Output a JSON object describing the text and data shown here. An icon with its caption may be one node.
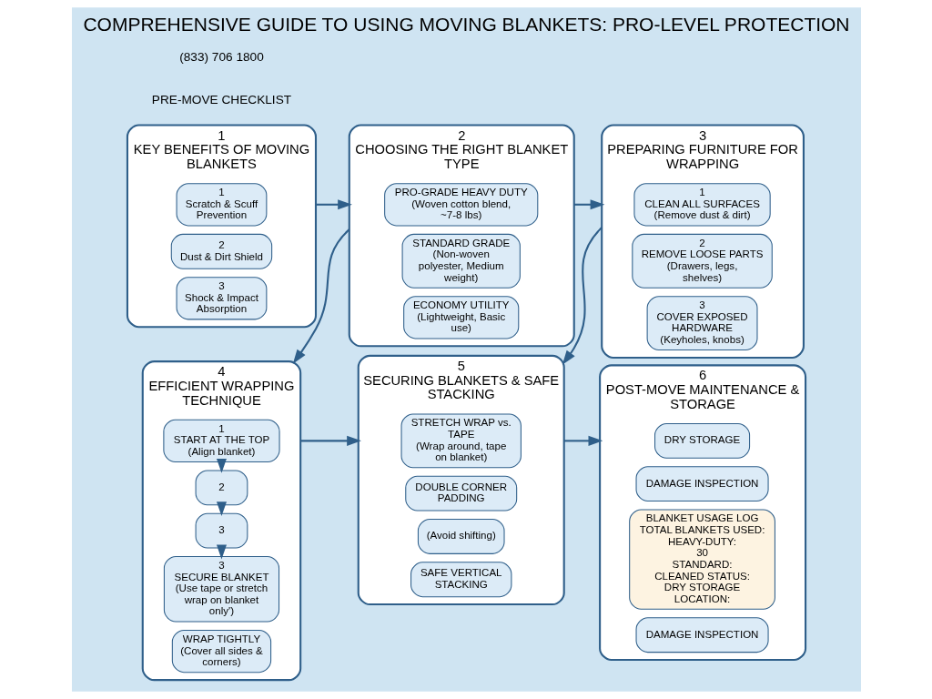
{
  "diagram": {
    "title": "COMPREHENSIVE GUIDE TO USING MOVING BLANKETS: PRO-LEVEL PROTECTION",
    "nodes": [
      {
        "text": [
          "1",
          "KEY BENEFITS OF MOVING BLANKETS"
        ]
      },
      {
        "text": [
          "1",
          "Scratch & Scuff Prevention"
        ],
        "in": 0
      },
      {
        "text": [
          "2",
          "Dust & Dirt Shield"
        ],
        "in": 0
      },
      {
        "text": [
          "3",
          "Shock & Impact Absorption"
        ],
        "in": 0
      },
      {
        "text": [
          "2",
          "CHOOSING THE RIGHT BLANKET TYPE"
        ]
      },
      {
        "text": [
          "PRO-GRADE HEAVY DUTY",
          "(Woven cotton blend, ~7-8 lbs)"
        ],
        "in": 4
      },
      {
        "text": [
          "STANDARD GRADE",
          "(Non-woven polyester, Medium weight)"
        ],
        "in": 4
      },
      {
        "text": [
          "ECONOMY UTILITY",
          "(Lightweight, Basic use)"
        ],
        "in": 4
      },
      {
        "text": [
          "3",
          "PREPARING FURNITURE FOR WRAPPING"
        ]
      },
      {
        "text": [
          "1",
          "CLEAN ALL SURFACES",
          "(Remove dust & dirt)"
        ],
        "in": 8
      },
      {
        "text": [
          "2",
          "REMOVE LOOSE PARTS",
          "(Drawers, legs, shelves)"
        ],
        "in": 8
      },
      {
        "text": [
          "3",
          "COVER EXPOSED HARDWARE",
          "(Keyholes, knobs)"
        ],
        "in": 8
      },
      {
        "text": [
          "4",
          "EFFICIENT WRAPPING TECHNIQUE"
        ]
      },
      {
        "text": [
          "1",
          "START AT THE TOP",
          "(Align blanket)"
        ],
        "in": 12
      },
      {
        "text": [
          "2"
        ],
        "in": 12
      },
      {
        "text": [
          "3"
        ],
        "in": 12
      },
      {
        "text": [
          "3",
          "SECURE BLANKET",
          "(Use tape or stretch wrap on blanket only')"
        ],
        "in": 12
      },
      {
        "text": [
          "WRAP TIGHTLY",
          "(Cover all sides & corners)"
        ],
        "in": 12
      },
      {
        "text": [
          "5",
          "SECURING BLANKETS & SAFE STACKING"
        ]
      },
      {
        "text": [
          "STRETCH WRAP vs. TAPE",
          "(Wrap around, tape on blanket)"
        ],
        "in": 18
      },
      {
        "text": [
          "DOUBLE CORNER PADDING"
        ],
        "in": 18
      },
      {
        "text": [
          "(Avoid shifting)"
        ],
        "in": 18
      },
      {
        "text": [
          "SAFE VERTICAL STACKING"
        ],
        "in": 18
      },
      {
        "text": [
          "6",
          "POST-MOVE MAINTENANCE & STORAGE"
        ]
      },
      {
        "text": [
          "DRY STORAGE"
        ],
        "in": 23
      },
      {
        "text": [
          "DAMAGE INSPECTION"
        ],
        "in": 23
      },
      {
        "text": [
          "BLANKET USAGE LOG",
          "TOTAL BLANKETS USED:",
          "HEAVY-DUTY:",
          "30",
          "STANDARD:",
          "CLEANED STATUS:",
          "DRY STORAGE LOCATION:"
        ],
        "in": 23
      },
      {
        "text": [
          "DAMAGE INSPECTION"
        ],
        "in": 23
      }
    ],
    "edges": [
      {
        "from": 0,
        "to": 4,
        "arrow": "to"
      },
      {
        "from": 4,
        "to": 8,
        "arrow": "to"
      },
      {
        "from": 4,
        "to": 12,
        "arrow": "to"
      },
      {
        "from": 8,
        "to": 18,
        "arrow": "to"
      },
      {
        "from": 12,
        "to": 18,
        "arrow": "to"
      },
      {
        "from": 18,
        "to": 23,
        "arrow": "to"
      },
      {
        "from": 13,
        "to": 14,
        "arrow": "to"
      },
      {
        "from": 14,
        "to": 15,
        "arrow": "to"
      },
      {
        "from": 15,
        "to": 16,
        "arrow": "to"
      }
    ],
    "labels": [
      "PRE-MOVE CHECKLIST",
      "(833) 706 1800"
    ]
  }
}
